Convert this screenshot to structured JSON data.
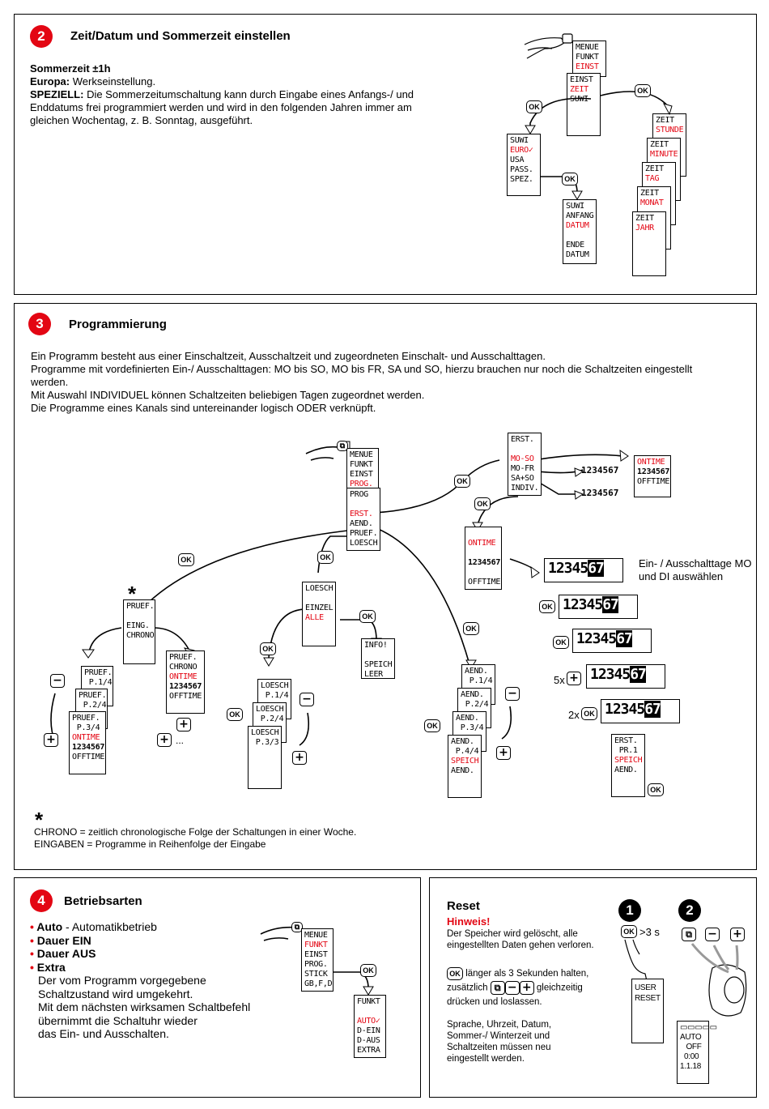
{
  "section2": {
    "number": "2",
    "title": "Zeit/Datum und Sommerzeit einstellen",
    "line1_bold": "Sommerzeit ±1h",
    "line2_bold": "Europa:",
    "line2": " Werkseinstellung.",
    "line3_bold": "SPEZIELL:",
    "line3": " Die Sommerzeitumschaltung kann durch Eingabe eines Anfangs-/ und Enddatums frei programmiert werden und wird in den folgenden Jahren immer am gleichen Wochentag, z. B. Sonntag, ausgeführt.",
    "screens": {
      "menue": [
        "MENUE",
        "FUNKT",
        "EINST"
      ],
      "einst": [
        "EINST",
        "ZEIT",
        "SUWI"
      ],
      "suwi": [
        "SUWI",
        "EURO✓",
        "USA",
        "PASS.",
        "SPEZ."
      ],
      "suwi2": [
        "SUWI",
        "ANFANG",
        "DATUM",
        "",
        "ENDE",
        "DATUM"
      ],
      "zeit": [
        [
          "ZEIT",
          "STUNDE"
        ],
        [
          "ZEIT",
          "MINUTE"
        ],
        [
          "ZEIT",
          "TAG"
        ],
        [
          "ZEIT",
          "MONAT"
        ],
        [
          "ZEIT",
          "JAHR"
        ]
      ]
    }
  },
  "section3": {
    "number": "3",
    "title": "Programmierung",
    "para1": "Ein Programm besteht aus einer Einschaltzeit, Ausschaltzeit und zugeordneten Einschalt- und Ausschalttagen.",
    "para2": "Programme mit vordefinierten Ein-/ Ausschalttagen: MO bis SO, MO bis FR, SA und SO, hierzu brauchen nur noch die Schaltzeiten eingestellt werden.",
    "para3": "Mit Auswahl INDIVIDUEL können Schaltzeiten beliebigen Tagen zugeordnet werden.",
    "para4": "Die Programme eines Kanals sind untereinander logisch ODER verknüpft.",
    "select_days_label": "Ein- / Ausschalttage MO und DI auswählen",
    "footnote_star": "*",
    "footnote1": "CHRONO = zeitlich chronologische Folge der Schaltungen in einer Woche.",
    "footnote2": "EINGABEN = Programme in Reihenfolge der Eingabe",
    "digits": "12345",
    "digits_inv": "67",
    "mult_5x": "5x",
    "mult_2x": "2x",
    "ellipsis": "..."
  },
  "section4": {
    "number": "4",
    "title": "Betriebsarten",
    "items": [
      {
        "bold": "Auto",
        "text": " - Automatikbetrieb"
      },
      {
        "bold": "Dauer EIN",
        "text": ""
      },
      {
        "bold": "Dauer AUS",
        "text": ""
      },
      {
        "bold": "Extra",
        "text": ""
      }
    ],
    "extra_desc": [
      "Der vom Programm vorgegebene",
      "Schaltzustand wird umgekehrt.",
      "Mit dem nächsten wirksamen Schaltbefehl",
      "übernimmt die Schaltuhr wieder",
      "das Ein- und Ausschalten."
    ],
    "screen_menue": [
      "MENUE",
      "FUNKT",
      "EINST",
      "PROG.",
      "STICK",
      "GB,F,D"
    ],
    "screen_funkt": [
      "FUNKT",
      "",
      "AUTO✓",
      "D-EIN",
      "D-AUS",
      "EXTRA"
    ]
  },
  "reset": {
    "title": "Reset",
    "hint_title": "Hinweis!",
    "hint": "Der Speicher wird gelöscht, alle eingestellten Daten gehen verloren.",
    "step_line1": "länger als 3 Sekunden halten,",
    "step_line2a": "zusätzlich",
    "step_line2b": "gleichzeitig",
    "step_line3": "drücken und loslassen.",
    "note": "Sprache, Uhrzeit, Datum, Sommer-/ Winterzeit und Schaltzeiten müssen neu eingestellt werden.",
    "step1": "1",
    "step2": "2",
    "hold": ">3 s",
    "user_reset": [
      "USER",
      "RESET"
    ],
    "display": [
      "AUTO",
      "OFF",
      "0:00",
      "1.1.18"
    ]
  },
  "buttons": {
    "ok": "OK",
    "minus": "−",
    "plus": "+",
    "menu": "⧉"
  },
  "colors": {
    "accent": "#e30613"
  }
}
